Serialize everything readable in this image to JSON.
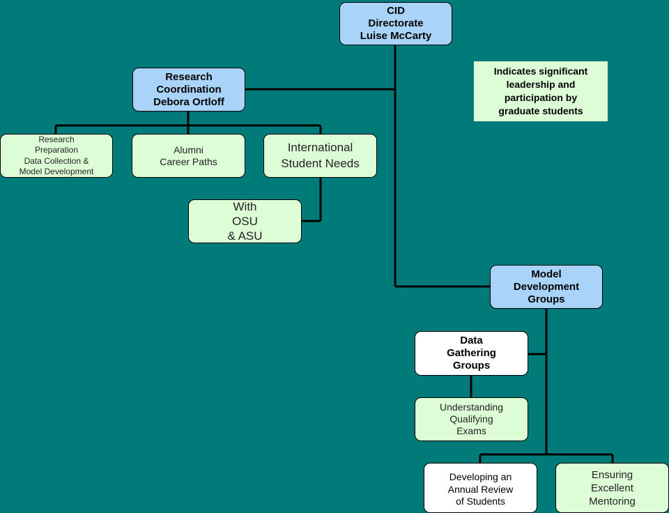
{
  "nodes": {
    "cid": "CID\nDirectorate\nLuise McCarty",
    "research_coordination": "Research\nCoordination\nDebora Ortloff",
    "research_preparation": "Research\nPreparation\nData Collection &\nModel Development",
    "alumni": "Alumni\nCareer Paths",
    "international": "International\nStudent Needs",
    "with_osu": "With\nOSU\n&  ASU",
    "model_development": "Model\nDevelopment\nGroups",
    "data_gathering": "Data\nGathering\nGroups",
    "understanding": "Understanding\nQualifying\nExams",
    "annual_review": "Developing an\nAnnual Review\nof Students",
    "mentoring": "Ensuring\nExcellent\nMentoring"
  },
  "legend": {
    "text": "Indicates significant\nleadership and\nparticipation by\ngraduate students"
  },
  "colors": {
    "background": "#017a7a",
    "directorate_box": "#a9d3f8",
    "student_box": "#ddfdd7",
    "plain_box": "#ffffff"
  }
}
